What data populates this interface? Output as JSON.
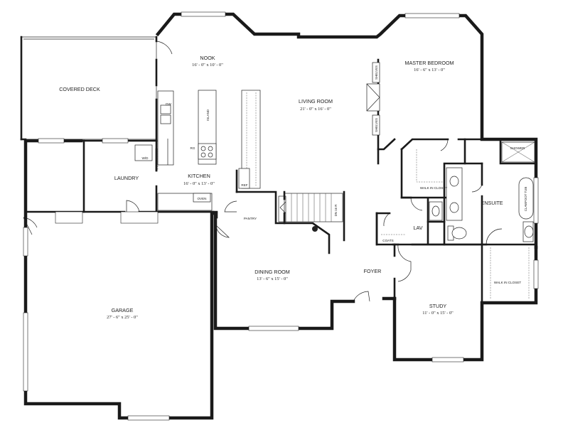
{
  "rooms": {
    "covered_deck": {
      "name": "COVERED DECK"
    },
    "nook": {
      "name": "NOOK",
      "dims": "16' - 0\" x 10' - 0\""
    },
    "living_room": {
      "name": "LIVING ROOM",
      "dims": "21' - 0\" x 16' - 0\""
    },
    "master_bedroom": {
      "name": "MASTER BEDROOM",
      "dims": "16' - 6\" x 13' - 0\""
    },
    "laundry": {
      "name": "LAUNDRY"
    },
    "kitchen": {
      "name": "KITCHEN",
      "dims": "16' - 0\" x 13' - 0\""
    },
    "ensuite": {
      "name": "ENSUITE"
    },
    "lav": {
      "name": "LAV"
    },
    "foyer": {
      "name": "FOYER"
    },
    "dining_room": {
      "name": "DINING ROOM",
      "dims": "13' - 6\" x 15' - 0\""
    },
    "garage": {
      "name": "GARAGE",
      "dims": "27' - 6\" x 25' - 0\""
    },
    "study": {
      "name": "STUDY",
      "dims": "11' - 0\" x 15' - 0\""
    }
  },
  "fixtures": {
    "dw": "DW",
    "island": "ISLAND",
    "rg": "RG",
    "wd": "W/D",
    "ref": "REF",
    "oven": "OVEN",
    "pantry": "PANTRY",
    "shelves_top": "SHELVES",
    "shelves_bottom": "SHELVES",
    "walk_in_closet_master": "WALK IN CLOSET",
    "walk_in_closet_ensuite": "WALK IN CLOSET",
    "coats": "COATS",
    "shower": "SHOWER",
    "clawfoot_tub": "CLAWFOOT TUB",
    "stairs_dn": "DN 16 R"
  }
}
